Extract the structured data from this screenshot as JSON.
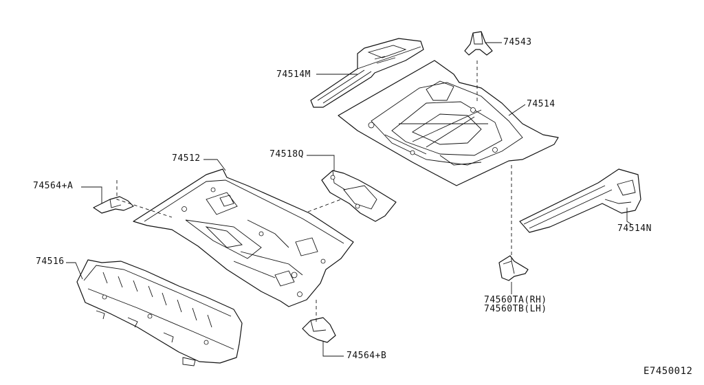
{
  "diagram": {
    "labels": {
      "p74514M": "74514M",
      "p74543": "74543",
      "p74514": "74514",
      "p74512": "74512",
      "p74518Q": "74518Q",
      "p74564A": "74564+A",
      "p74516": "74516",
      "p74514N": "74514N",
      "p74560TA": "74560TA(RH)",
      "p74560TB": "74560TB(LH)",
      "p74564B": "74564+B"
    },
    "figure_code": "E7450012"
  }
}
